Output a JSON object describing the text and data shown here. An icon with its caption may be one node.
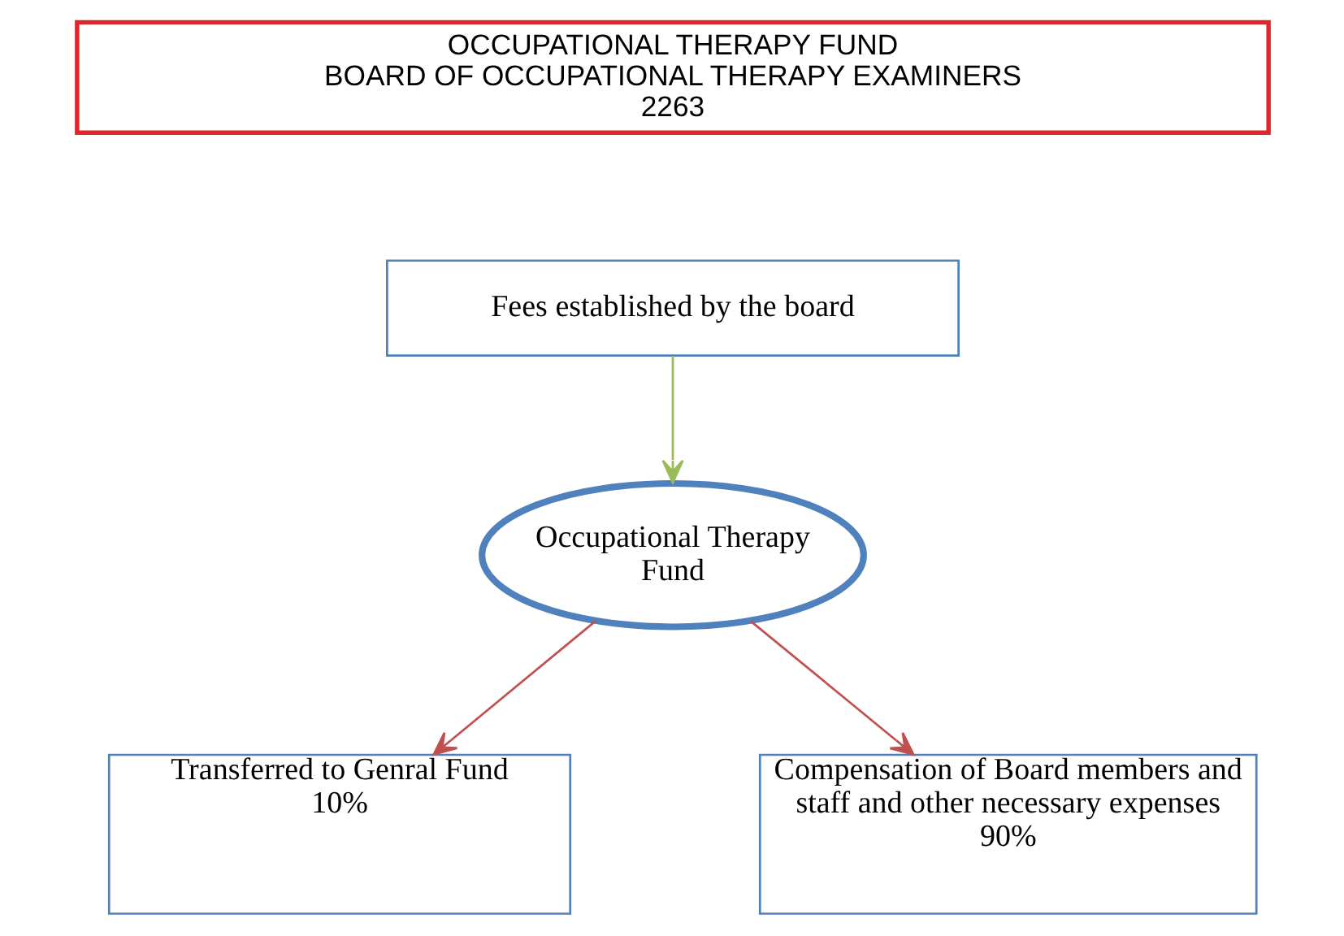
{
  "diagram": {
    "nodes": [
      {
        "text": [
          "OCCUPATIONAL THERAPY FUND",
          "BOARD OF OCCUPATIONAL THERAPY EXAMINERS",
          "2263"
        ]
      },
      {
        "text": [
          "Fees established by the board"
        ]
      },
      {
        "text": [
          "Occupational Therapy Fund"
        ]
      },
      {
        "text": [
          "Transferred to Genral Fund",
          "10%"
        ]
      },
      {
        "text": [
          "Compensation of Board members and staff and other necessary expenses",
          "90%"
        ]
      }
    ],
    "edges": [
      {
        "from": 1,
        "to": 2,
        "arrow": "to",
        "color": "#9bbb59"
      },
      {
        "from": 2,
        "to": 3,
        "arrow": "to",
        "color": "#c0504d"
      },
      {
        "from": 2,
        "to": 4,
        "arrow": "to",
        "color": "#c0504d"
      }
    ]
  }
}
